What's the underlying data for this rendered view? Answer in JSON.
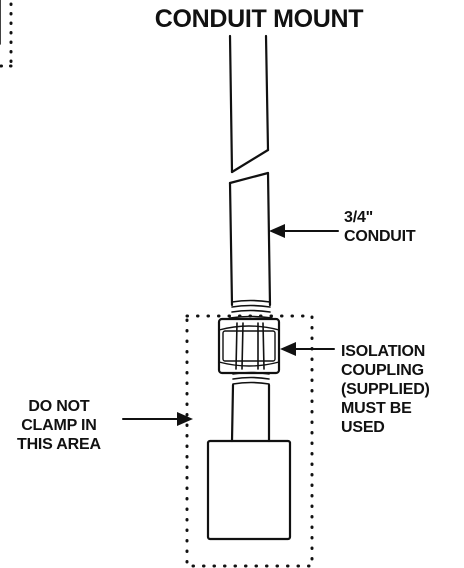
{
  "title": "CONDUIT MOUNT",
  "labels": {
    "conduit": "3/4\"\nCONDUIT",
    "coupling": "ISOLATION\nCOUPLING\n(SUPPLIED)\nMUST BE\nUSED",
    "clamp": "DO NOT\nCLAMP IN\nTHIS AREA"
  },
  "colors": {
    "ink": "#111111",
    "background": "#ffffff"
  }
}
